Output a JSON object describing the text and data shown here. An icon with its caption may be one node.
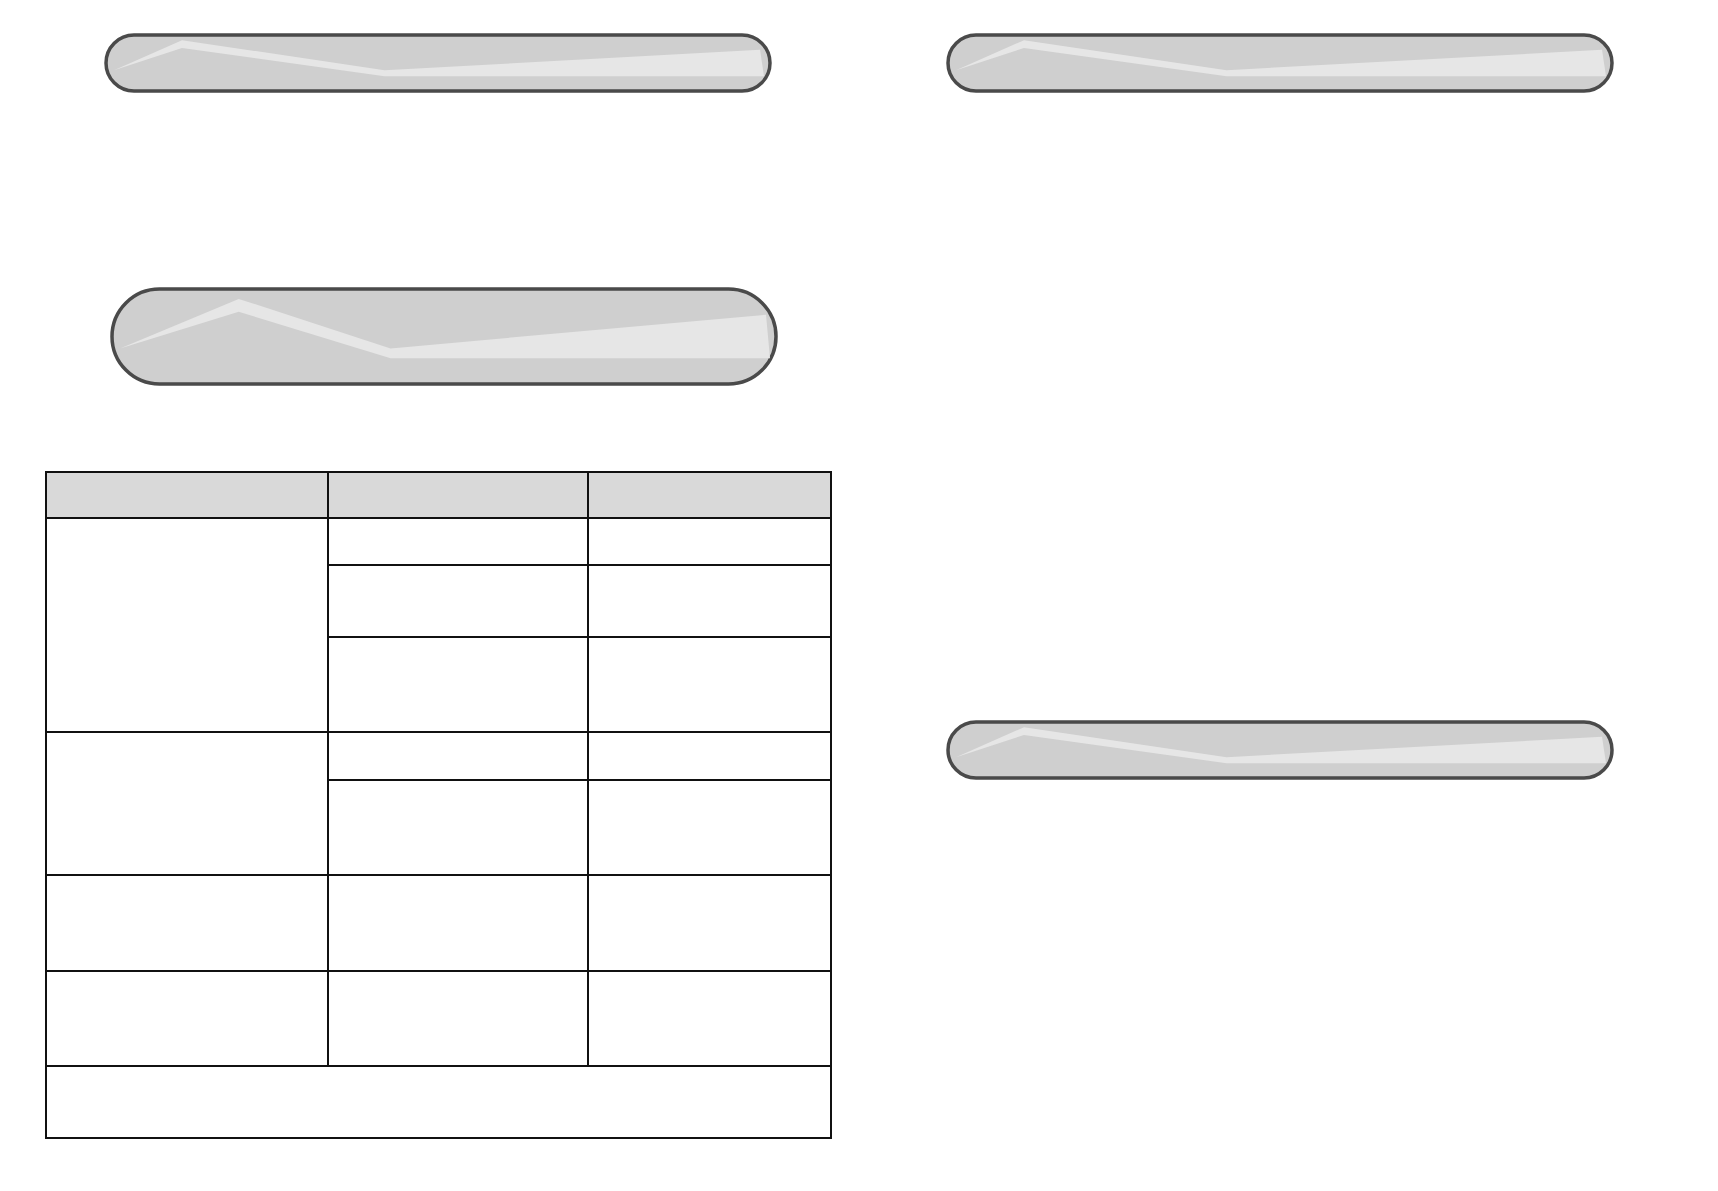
{
  "diagram": {
    "nodes": [
      {
        "text": [],
        "shape": "bar"
      },
      {
        "text": [],
        "shape": "bar"
      },
      {
        "text": [],
        "shape": "bar"
      },
      {
        "text": [],
        "shape": "bar"
      }
    ]
  }
}
